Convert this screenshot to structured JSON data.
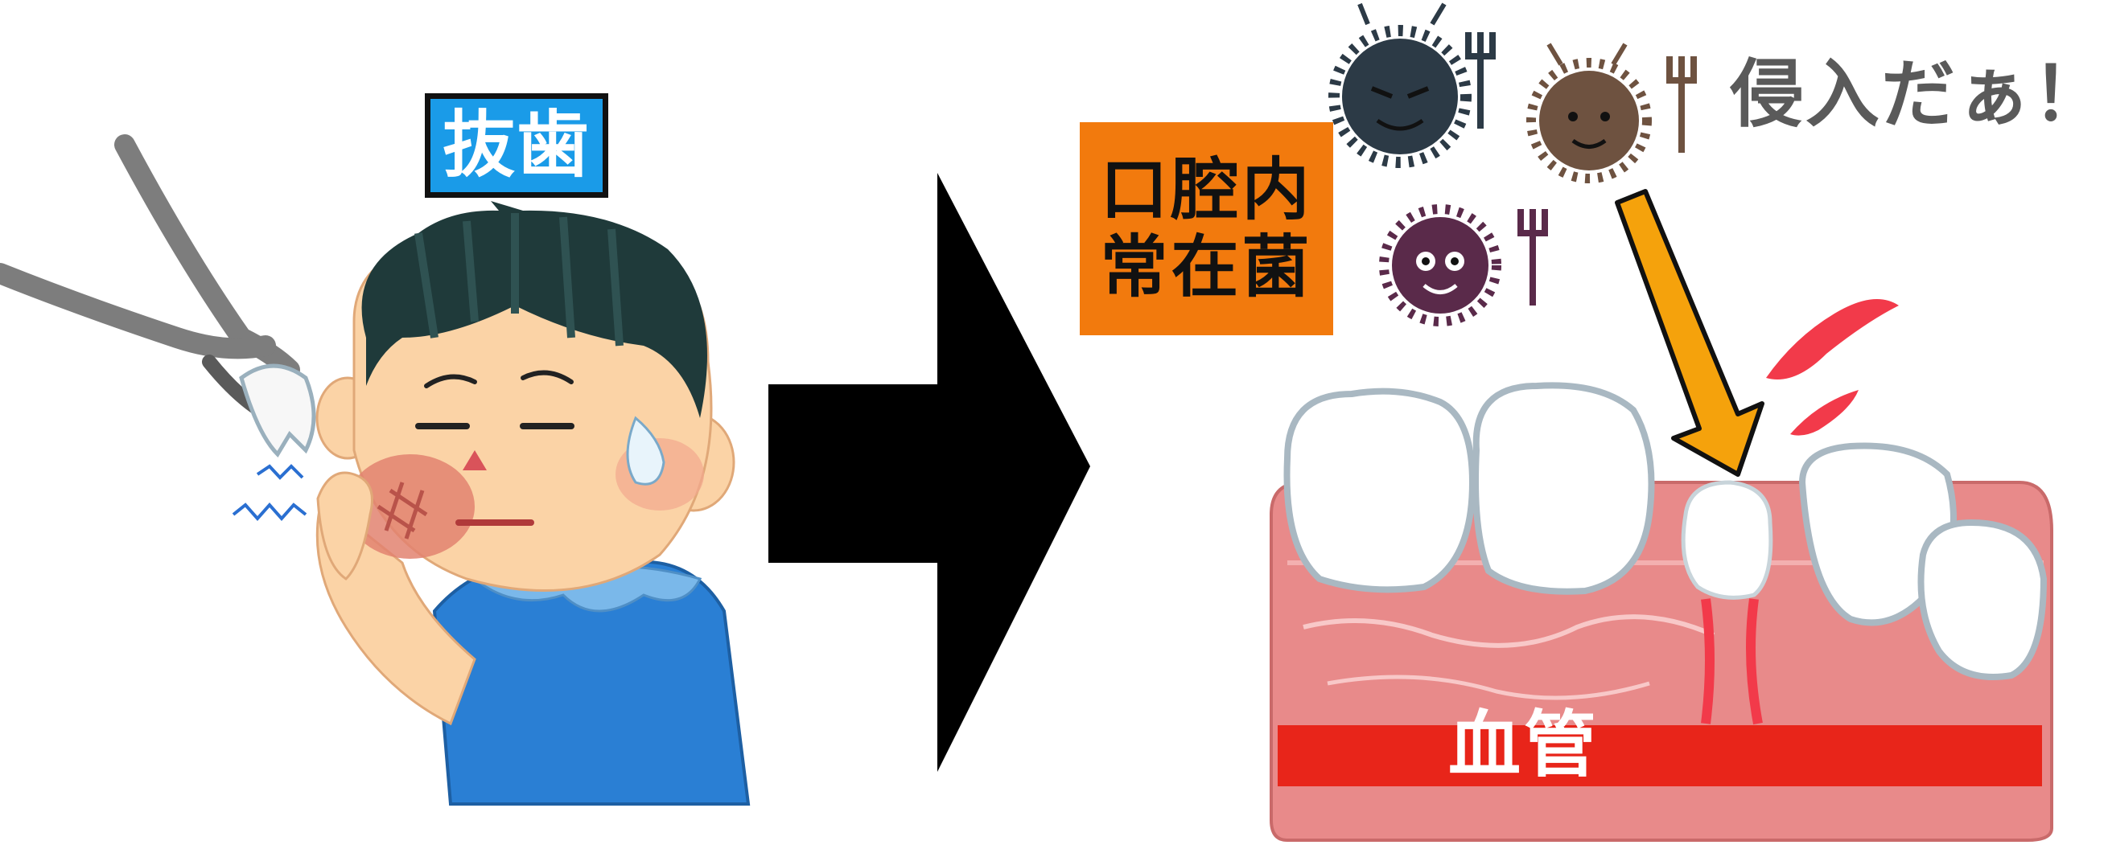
{
  "labels": {
    "extraction": "抜歯",
    "oral_flora_line1": "口腔内",
    "oral_flora_line2": "常在菌",
    "invasion": "侵入だぁ！",
    "blood_vessel": "血管"
  },
  "colors": {
    "extraction_label_bg": "#1a9be8",
    "flora_label_bg": "#f27a0d",
    "gum": "#e88a8a",
    "blood_vessel": "#e8251a",
    "invasion_arrow": "#f5a20c",
    "boy_shirt": "#2a7fd4",
    "boy_skin": "#fbd3a6"
  },
  "icons": [
    "forceps-icon",
    "tooth-icon",
    "boy-illustration",
    "big-arrow-icon",
    "bacteria-icon",
    "gum-teeth-illustration",
    "blood-splash-icon"
  ]
}
